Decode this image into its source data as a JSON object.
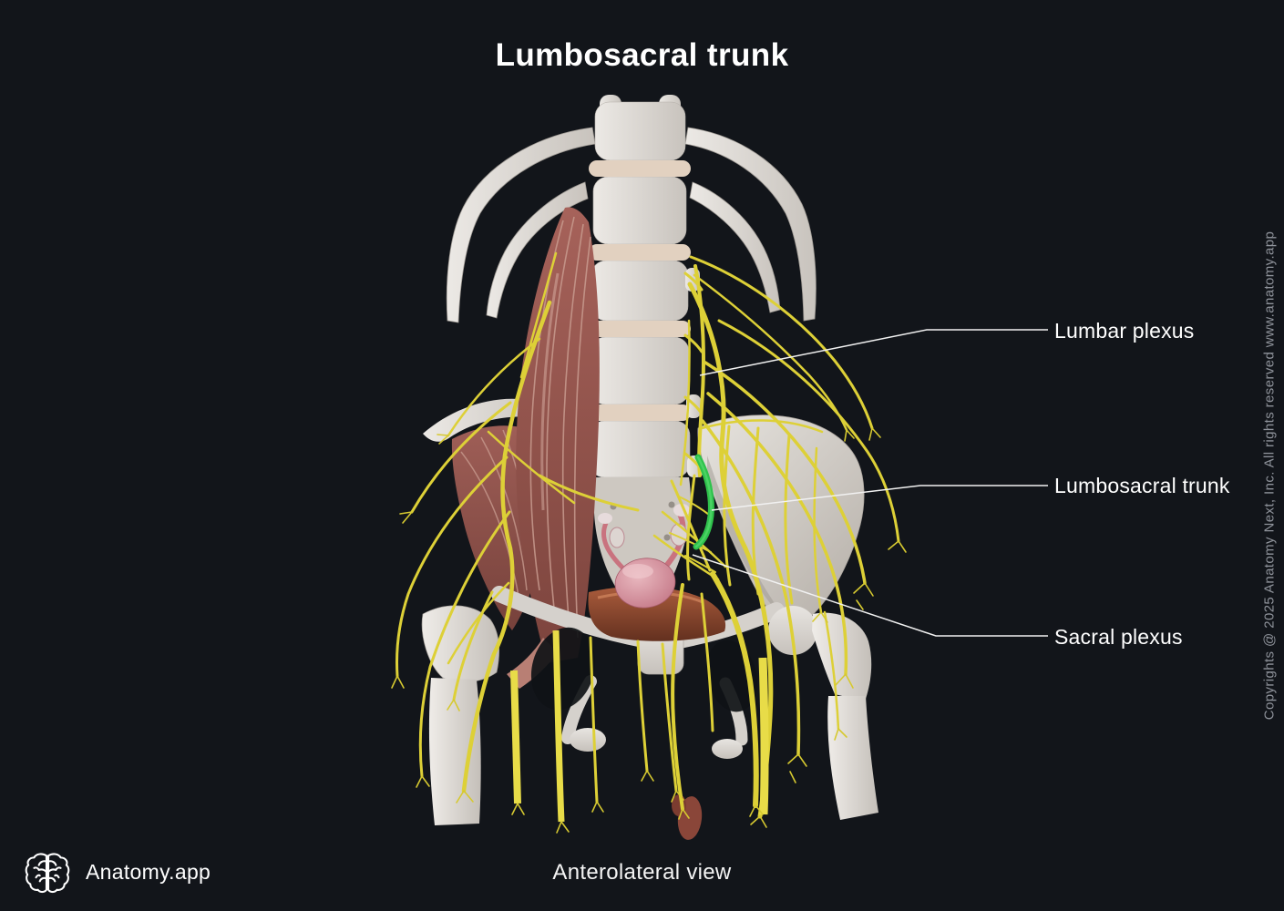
{
  "title": "Lumbosacral trunk",
  "view_caption": "Anterolateral view",
  "brand": {
    "name": "Anatomy.app",
    "logo_icon": "brain-icon"
  },
  "copyright_notice": "Copyrights @ 2025 Anatomy Next, Inc. All rights reserved www.anatomy.app",
  "annotations": [
    {
      "text": "Lumbar plexus"
    },
    {
      "text": "Lumbosacral trunk"
    },
    {
      "text": "Sacral plexus"
    }
  ],
  "colors": {
    "background": "#12151a",
    "text_primary": "#ffffff",
    "text_muted": "#8f939b",
    "leader_line": "#f1f1f1",
    "nerve_yellow": "#ddd037",
    "nerve_bright": "#e8dc48",
    "highlight_green": "#2fc24c",
    "bone": "#d9d5d1",
    "muscle_red": "#9b5a52",
    "uterus_pink": "#cf8291",
    "rectum_brown": "#94482f"
  }
}
